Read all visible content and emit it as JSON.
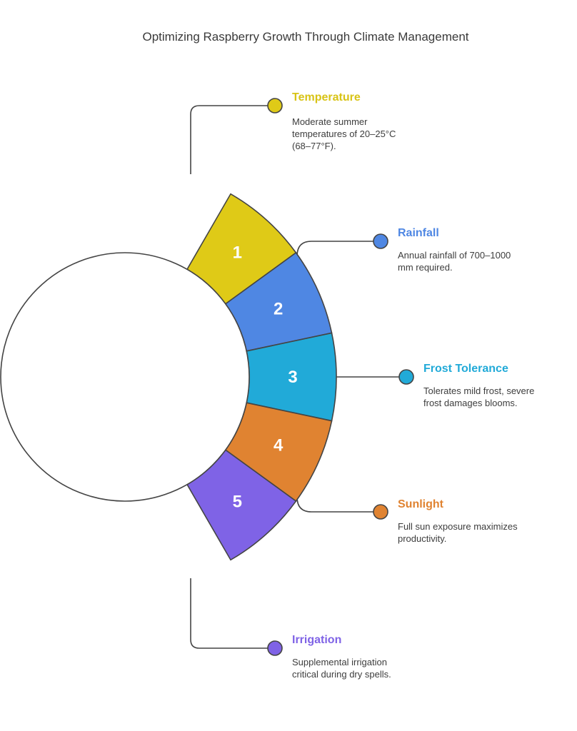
{
  "title": "Optimizing Raspberry Growth Through Climate Management",
  "items": [
    {
      "number": "1",
      "title": "Temperature",
      "description": "Moderate summer temperatures of 20–25°C (68–77°F).",
      "color": "#dfca17"
    },
    {
      "number": "2",
      "title": "Rainfall",
      "description": "Annual rainfall of 700–1000 mm required.",
      "color": "#4f87e3"
    },
    {
      "number": "3",
      "title": "Frost Tolerance",
      "description": "Tolerates mild frost, severe frost damages blooms.",
      "color": "#21aad8"
    },
    {
      "number": "4",
      "title": "Sunlight",
      "description": "Full sun exposure maximizes productivity.",
      "color": "#e08331"
    },
    {
      "number": "5",
      "title": "Irrigation",
      "description": "Supplemental irrigation critical during dry spells.",
      "color": "#7f63e6"
    }
  ]
}
